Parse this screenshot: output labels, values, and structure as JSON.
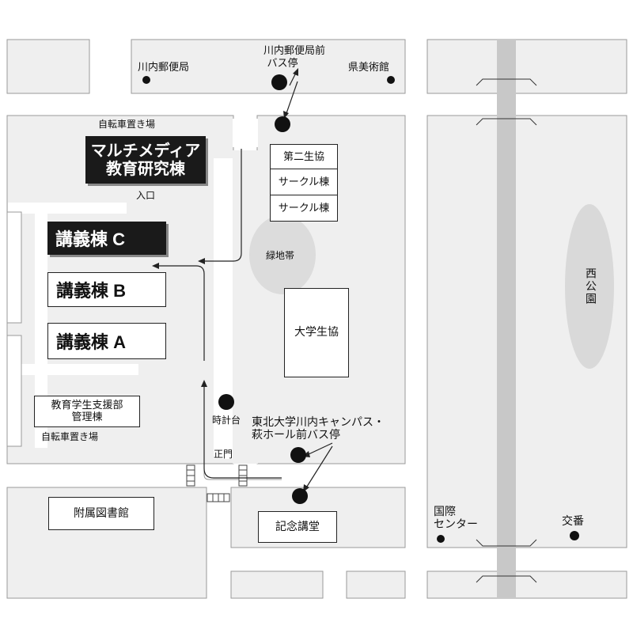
{
  "colors": {
    "block_fill": "#efefef",
    "road": "#ffffff",
    "outline": "#9a9a9a",
    "dark_box": "#1a1a1a",
    "green": "#e0e0e0",
    "rail": "#c8c8c8"
  },
  "labels": {
    "post_office": "川内郵便局",
    "bus_stop_post_line1": "川内郵便局前",
    "bus_stop_post_line2": "バス停",
    "art_museum": "県美術館",
    "bicycle_parking_top": "自転車置き場",
    "multimedia_line1": "マルチメディア",
    "multimedia_line2": "教育研究棟",
    "entrance": "入口",
    "coop2": "第二生協",
    "circle1": "サークル棟",
    "circle2": "サークル棟",
    "green_zone": "緑地帯",
    "lecture_c": "講義棟 C",
    "lecture_b": "講義棟 B",
    "lecture_a": "講義棟 A",
    "univ_coop": "大学生協",
    "support_line1": "教育学生支援部",
    "support_line2": "管理棟",
    "bicycle_parking_bottom": "自転車置き場",
    "clock_tower": "時計台",
    "bus_stop_main_line1": "東北大学川内キャンパス・",
    "bus_stop_main_line2": "萩ホール前バス停",
    "main_gate": "正門",
    "library": "附属図書館",
    "memorial_hall": "記念講堂",
    "intl_center_line1": "国際",
    "intl_center_line2": "センター",
    "police_box": "交番",
    "west_park": "西公園"
  }
}
